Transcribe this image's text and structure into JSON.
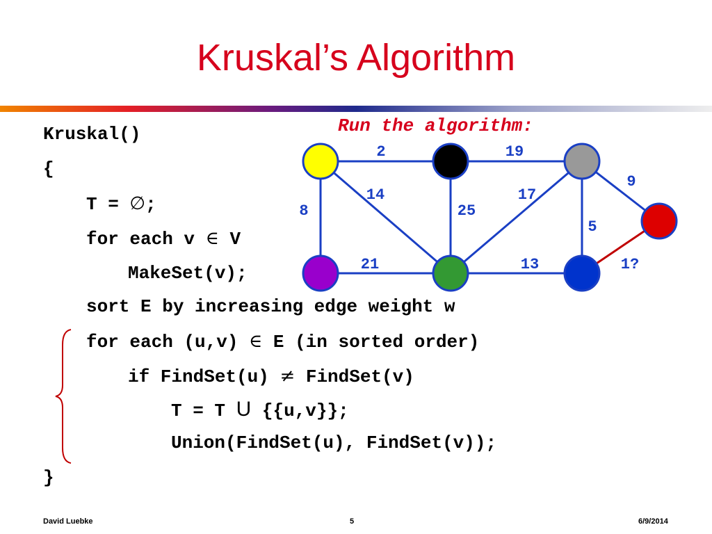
{
  "title": "Kruskal’s Algorithm",
  "code": {
    "l1": "Kruskal()",
    "l2": "{",
    "l3a": "T = ",
    "l3sym": "∅",
    "l3b": ";",
    "l4a": "for each v ",
    "l4sym": "∈",
    "l4b": " V",
    "l5": "MakeSet(v);",
    "l6": "sort E by increasing edge weight w",
    "l7a": "for each (u,v) ",
    "l7sym": "∈",
    "l7b": " E (in sorted order)",
    "l8a": "if FindSet(u) ",
    "l8sym": "≠",
    "l8b": " FindSet(v)",
    "l9a": "T = T ",
    "l9sym": "U",
    "l9b": " {{u,v}};",
    "l10": "Union(FindSet(u), FindSet(v));",
    "l11": "}"
  },
  "run_label": "Run the algorithm:",
  "graph": {
    "edge_color": "#1a3fc4",
    "highlight_edge_color": "#c00000",
    "label_color": "#1a3fc4",
    "nodes": [
      {
        "id": "yellow",
        "color": "#ffff00"
      },
      {
        "id": "black",
        "color": "#000000"
      },
      {
        "id": "gray",
        "color": "#999999"
      },
      {
        "id": "red",
        "color": "#dd0000"
      },
      {
        "id": "purple",
        "color": "#9900cc"
      },
      {
        "id": "green",
        "color": "#339933"
      },
      {
        "id": "blue",
        "color": "#0033cc"
      }
    ],
    "edges": [
      {
        "from": "yellow",
        "to": "black",
        "weight": "2"
      },
      {
        "from": "black",
        "to": "gray",
        "weight": "19"
      },
      {
        "from": "gray",
        "to": "red",
        "weight": "9"
      },
      {
        "from": "yellow",
        "to": "green",
        "weight": "14"
      },
      {
        "from": "green",
        "to": "gray",
        "weight": "17"
      },
      {
        "from": "yellow",
        "to": "purple",
        "weight": "8"
      },
      {
        "from": "black",
        "to": "green",
        "weight": "25"
      },
      {
        "from": "gray",
        "to": "blue",
        "weight": "5"
      },
      {
        "from": "purple",
        "to": "green",
        "weight": "21"
      },
      {
        "from": "green",
        "to": "blue",
        "weight": "13"
      },
      {
        "from": "blue",
        "to": "red",
        "weight": "1?",
        "highlight": true
      }
    ]
  },
  "footer": {
    "author": "David Luebke",
    "page": "5",
    "date": "6/9/2014"
  }
}
